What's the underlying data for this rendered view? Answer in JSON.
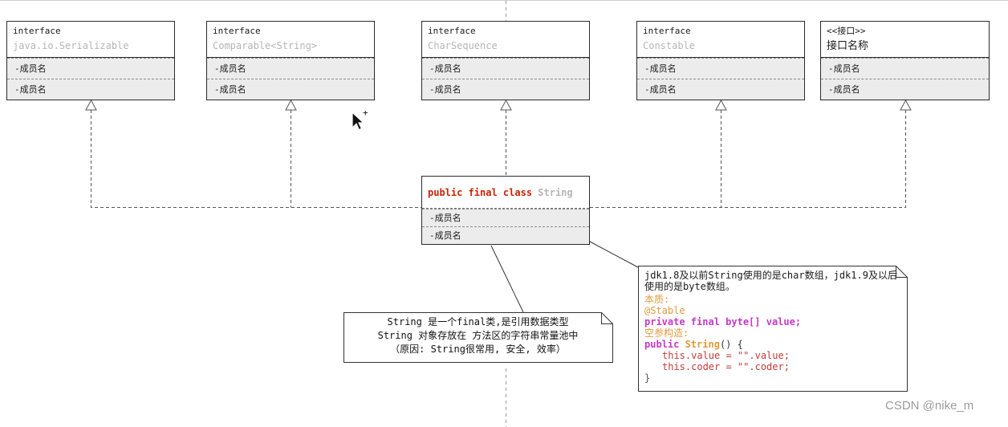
{
  "interfaces": [
    {
      "stereotype": "interface",
      "name": "java.io.Serializable",
      "members": [
        "-成员名",
        "-成员名"
      ]
    },
    {
      "stereotype": "interface",
      "name": "Comparable<String>",
      "members": [
        "-成员名",
        "-成员名"
      ]
    },
    {
      "stereotype": "interface",
      "name": "CharSequence",
      "members": [
        "-成员名",
        "-成员名"
      ]
    },
    {
      "stereotype": "interface",
      "name": "Constable",
      "members": [
        "-成员名",
        "-成员名"
      ]
    },
    {
      "stereotype": "<<接口>>",
      "name": "接口名称",
      "members": [
        "-成员名",
        "-成员名"
      ]
    }
  ],
  "string_class": {
    "keyword": "public final class",
    "name": " String",
    "members": [
      "-成员名",
      "-成员名"
    ]
  },
  "note_left": {
    "lines": [
      "String 是一个final类,是引用数据类型",
      "String 对象存放在 方法区的字符串常量池中",
      "（原因: String很常用, 安全, 效率）"
    ]
  },
  "note_right": {
    "intro": "jdk1.8及以前String使用的是char数组，jdk1.9及以后使用的是byte数组。",
    "essence_label": "本质:",
    "annotation": "@Stable",
    "field": "private final byte[] value;",
    "ctor_label": "空参构造:",
    "ctor_open_kw": "public",
    "ctor_open_name": " String",
    "ctor_open_rest": "() {",
    "ctor_body1": "this.value = \"\".value;",
    "ctor_body2": "this.coder = \"\".coder;",
    "ctor_close": "}"
  },
  "cursor": {
    "plus": "+"
  },
  "watermark": "CSDN @nike_m",
  "colors": {
    "class_keyword": "#cc2200",
    "muted_interface_name": "#b5b5b5",
    "member_bg": "#ececec",
    "note_orange": "#e09a3c",
    "code_magenta": "#c837c8",
    "code_red": "#c23b3b"
  }
}
